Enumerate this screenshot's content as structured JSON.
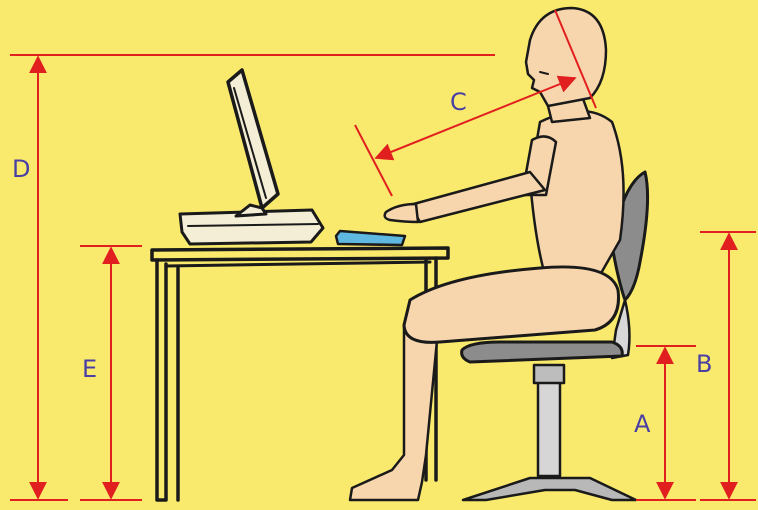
{
  "labels": {
    "a": "A",
    "b": "B",
    "c": "C",
    "d": "D",
    "e": "E"
  },
  "colors": {
    "background": "#f9ea6d",
    "dimension_line": "#e21f1f",
    "label": "#4a3fa3",
    "skin": "#f8d6ad",
    "outline": "#1a1a1a",
    "chair_seat": "#8c8c8c",
    "chair_column": "#cfcfcf",
    "keyboard": "#5fb8e0",
    "monitor": "#f4eed6"
  },
  "icons": [
    "computer-monitor-icon",
    "keyboard-icon",
    "desk-icon",
    "office-chair-icon",
    "seated-person-icon"
  ]
}
